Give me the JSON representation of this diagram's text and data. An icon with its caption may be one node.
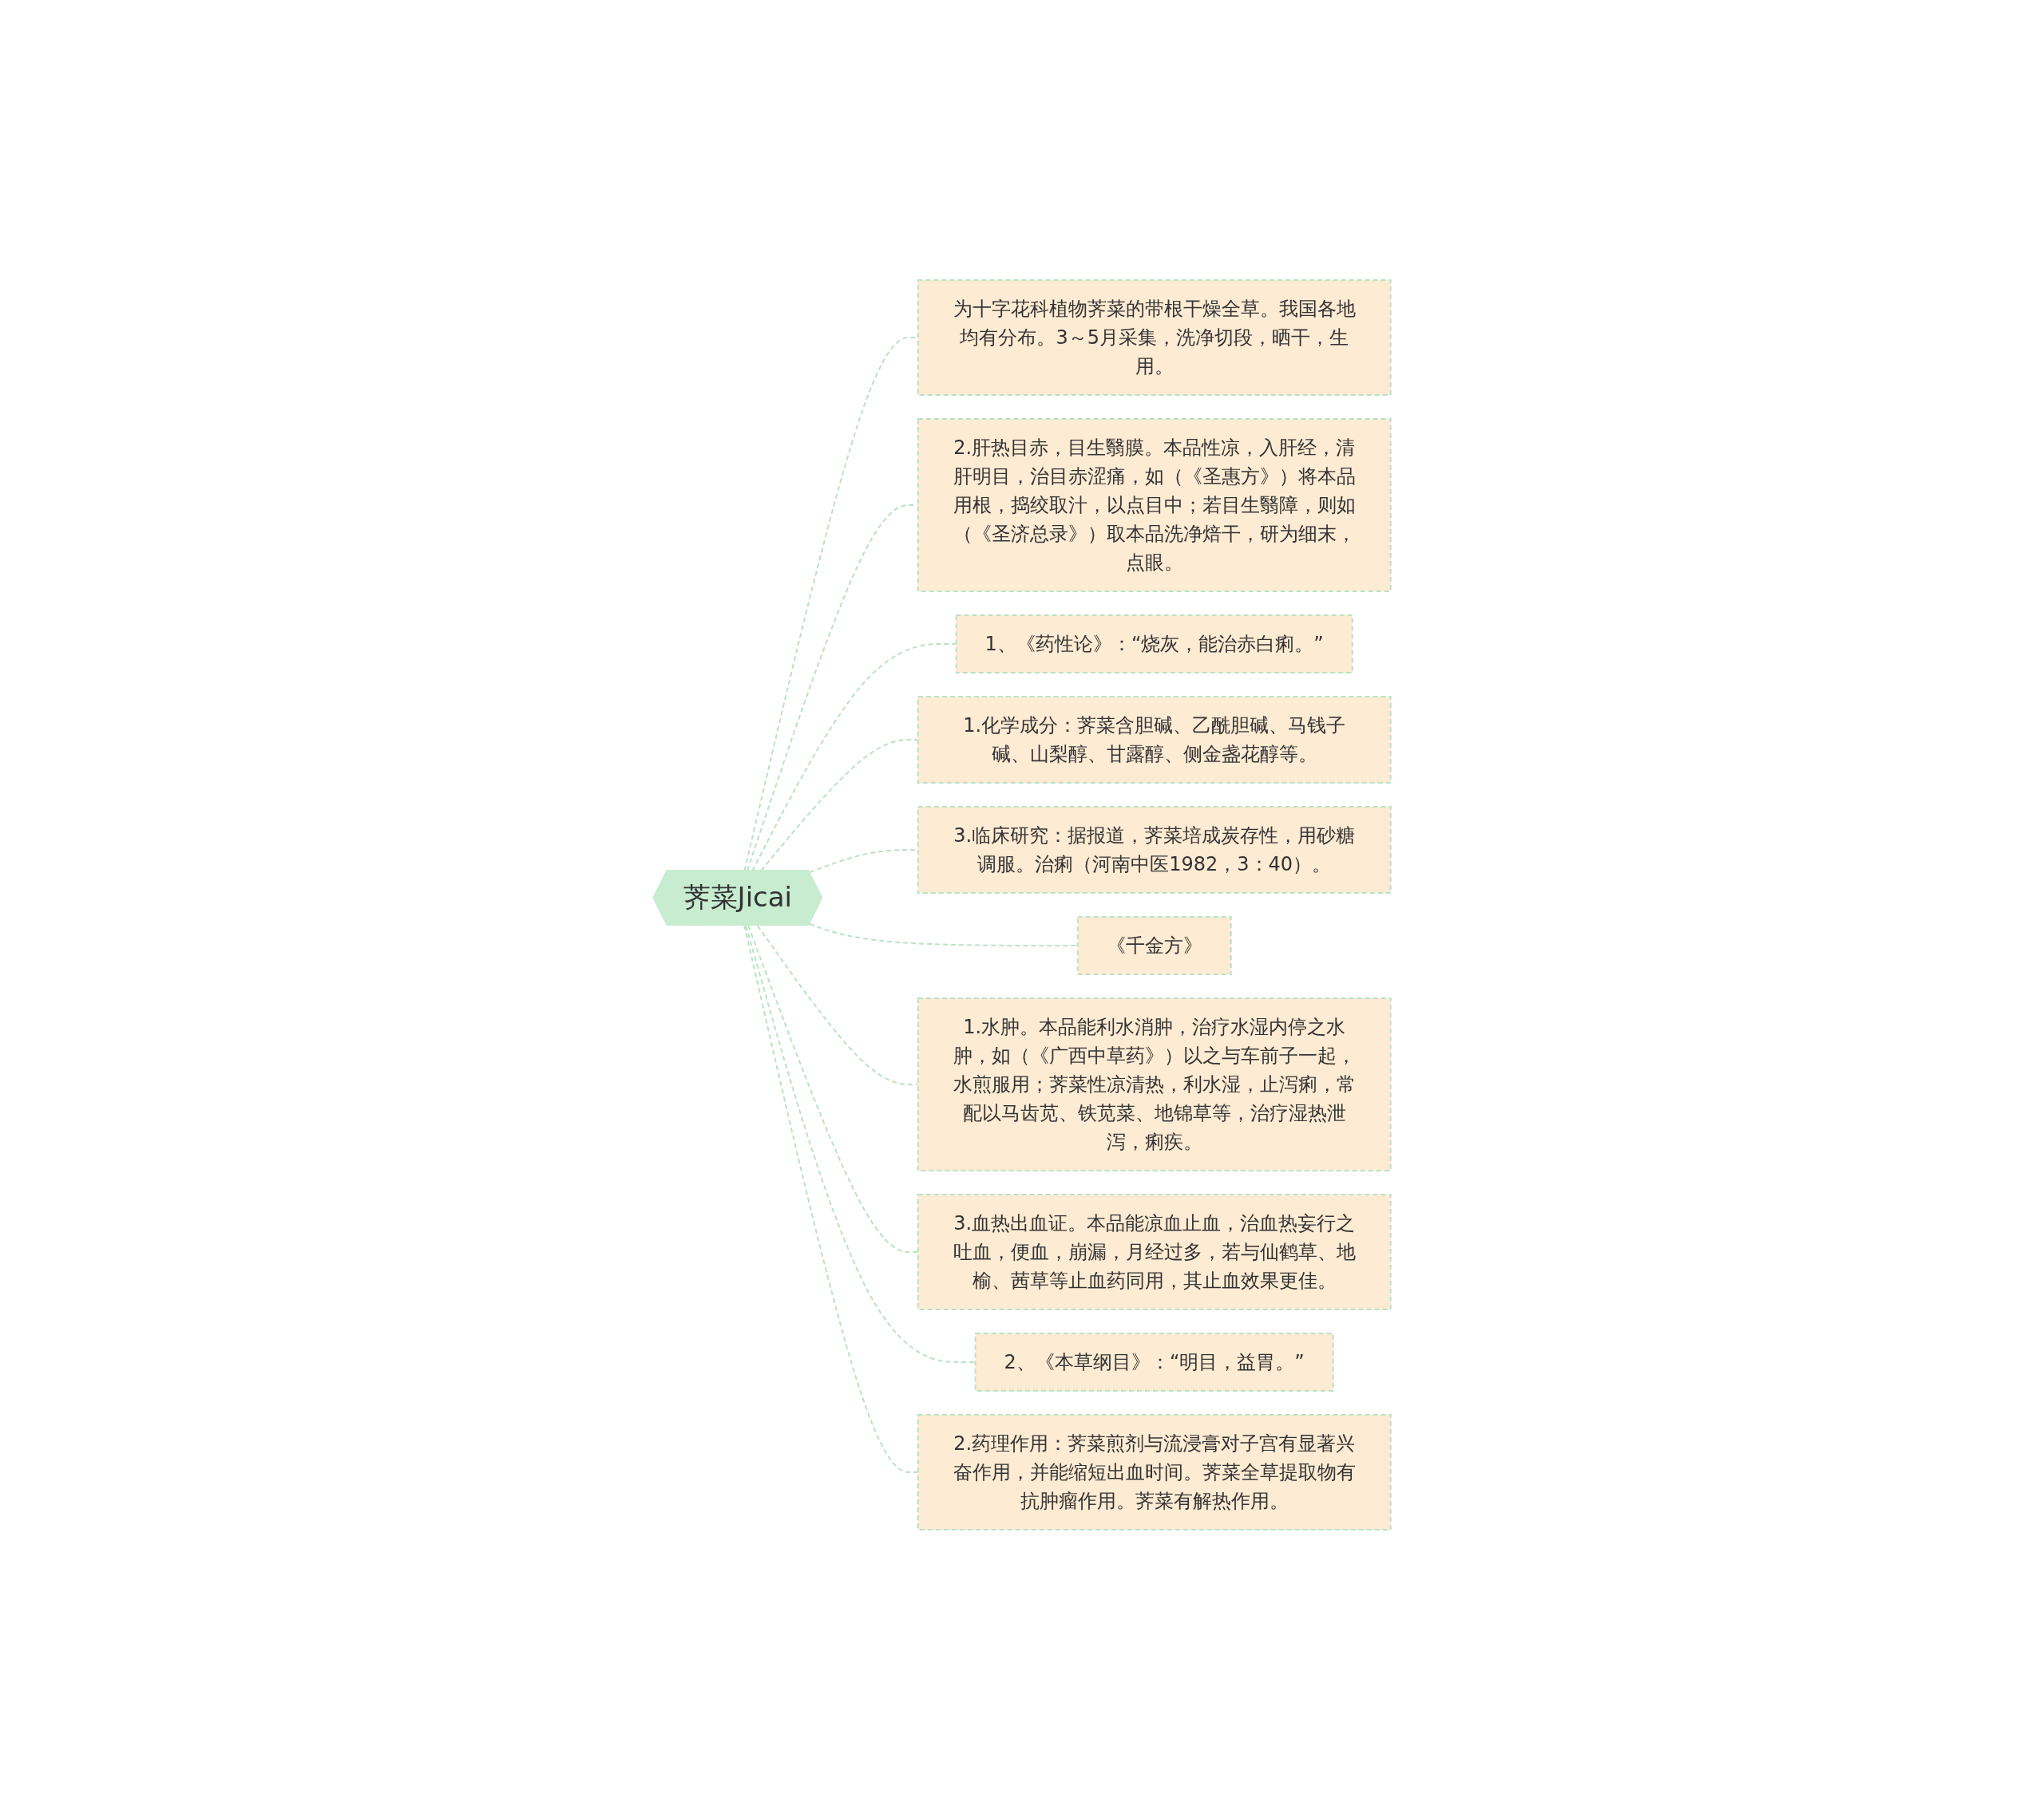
{
  "diagram": {
    "nodes": [
      {
        "text": [
          "荠菜Jicai"
        ]
      },
      {
        "text": [
          "为十字花科植物荠菜的带根干燥全草。我国各地均有分布。3～5月采集，洗净切段，晒干，生用。"
        ]
      },
      {
        "text": [
          "2.肝热目赤，目生翳膜。本品性凉，入肝经，清肝明目，治目赤涩痛，如（《圣惠方》）将本品用根，捣绞取汁，以点目中；若目生翳障，则如（《圣济总录》）取本品洗净焙干，研为细末，点眼。"
        ]
      },
      {
        "text": [
          "1、《药性论》：“烧灰，能治赤白痢。”"
        ]
      },
      {
        "text": [
          "1.化学成分：荠菜含胆碱、乙酰胆碱、马钱子碱、山梨醇、甘露醇、侧金盏花醇等。"
        ]
      },
      {
        "text": [
          "3.临床研究：据报道，荠菜培成炭存性，用砂糖调服。治痢（河南中医1982，3：40）。"
        ]
      },
      {
        "text": [
          "《千金方》"
        ]
      },
      {
        "text": [
          "1.水肿。本品能利水消肿，治疗水湿内停之水肿，如（《广西中草药》）以之与车前子一起，水煎服用；荠菜性凉清热，利水湿，止泻痢，常配以马齿苋、铁苋菜、地锦草等，治疗湿热泄泻，痢疾。"
        ]
      },
      {
        "text": [
          "3.血热出血证。本品能凉血止血，治血热妄行之吐血，便血，崩漏，月经过多，若与仙鹤草、地榆、茜草等止血药同用，其止血效果更佳。"
        ]
      },
      {
        "text": [
          "2、《本草纲目》：“明目，益胃。”"
        ]
      },
      {
        "text": [
          "2.药理作用：荠菜煎剂与流浸膏对子宫有显著兴奋作用，并能缩短出血时间。荠菜全草提取物有抗肿瘤作用。荠菜有解热作用。"
        ]
      }
    ],
    "edges": [
      {
        "from": 0,
        "to": 1,
        "arrow": "none",
        "style": "dashed"
      },
      {
        "from": 0,
        "to": 2,
        "arrow": "none",
        "style": "dashed"
      },
      {
        "from": 0,
        "to": 3,
        "arrow": "none",
        "style": "dashed"
      },
      {
        "from": 0,
        "to": 4,
        "arrow": "none",
        "style": "dashed"
      },
      {
        "from": 0,
        "to": 5,
        "arrow": "none",
        "style": "dashed"
      },
      {
        "from": 0,
        "to": 6,
        "arrow": "none",
        "style": "dashed"
      },
      {
        "from": 0,
        "to": 7,
        "arrow": "none",
        "style": "dashed"
      },
      {
        "from": 0,
        "to": 8,
        "arrow": "none",
        "style": "dashed"
      },
      {
        "from": 0,
        "to": 9,
        "arrow": "none",
        "style": "dashed"
      },
      {
        "from": 0,
        "to": 10,
        "arrow": "none",
        "style": "dashed"
      }
    ]
  }
}
